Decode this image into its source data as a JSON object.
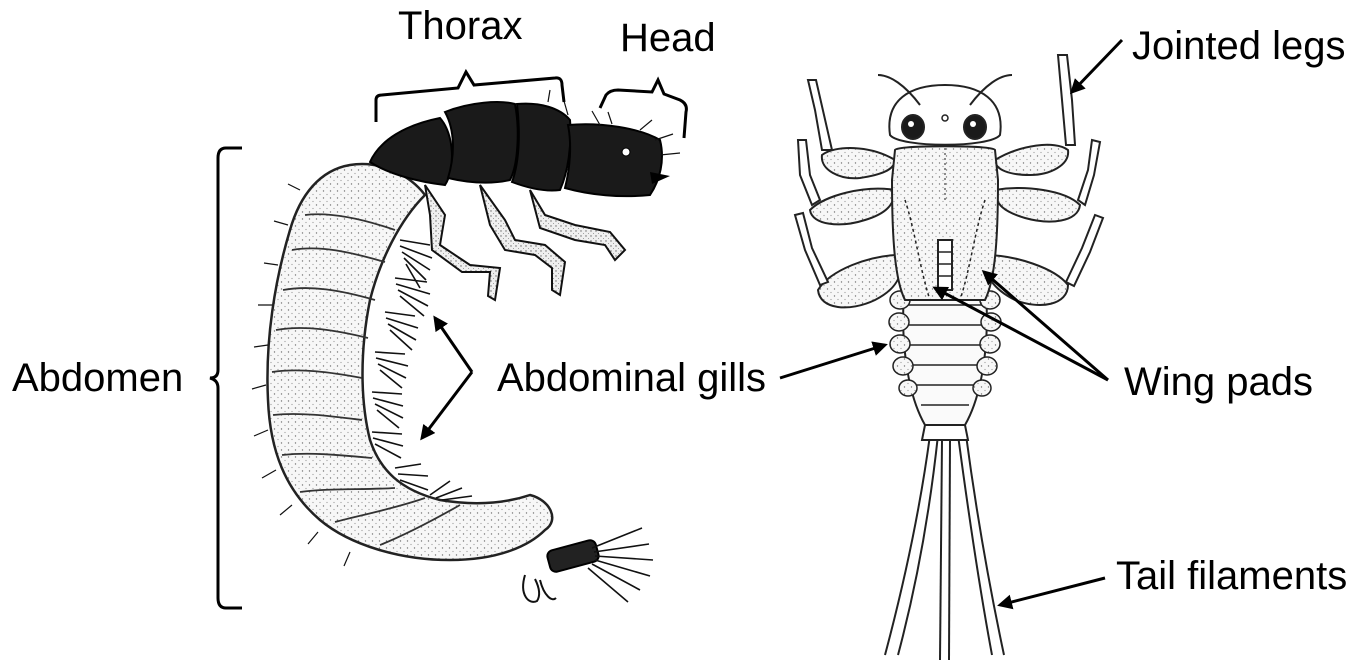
{
  "labels": {
    "thorax": "Thorax",
    "head": "Head",
    "abdomen": "Abdomen",
    "abdominal_gills": "Abdominal gills",
    "jointed_legs": "Jointed legs",
    "wing_pads": "Wing pads",
    "tail_filaments": "Tail filaments"
  },
  "colors": {
    "ink": "#000000",
    "background": "#ffffff",
    "dark_plate": "#1a1a1a",
    "body_fill": "#f4f4f4"
  },
  "illustrations": {
    "left": "caddisfly-larva-side-view",
    "right": "mayfly-nymph-dorsal-view"
  }
}
